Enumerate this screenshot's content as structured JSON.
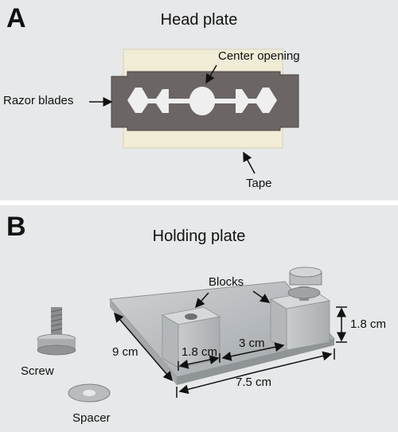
{
  "panel_a": {
    "letter": "A",
    "title": "Head plate",
    "labels": {
      "center_opening": "Center opening",
      "razor_blades": "Razor blades",
      "tape": "Tape"
    }
  },
  "panel_b": {
    "letter": "B",
    "title": "Holding plate",
    "labels": {
      "blocks": "Blocks",
      "screw": "Screw",
      "spacer": "Spacer",
      "dim_block_height": "1.8 cm",
      "dim_block_width": "1.8 cm",
      "dim_gap": "3 cm",
      "dim_depth": "9 cm",
      "dim_length": "7.5 cm"
    }
  }
}
